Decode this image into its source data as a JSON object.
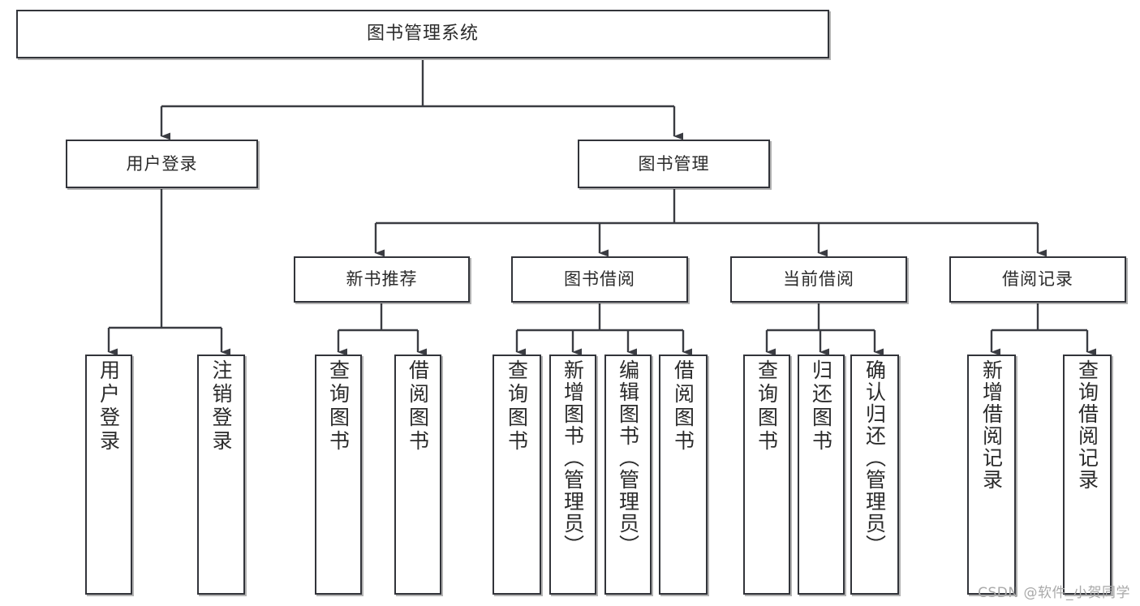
{
  "diagram": {
    "title": "图书管理系统",
    "type": "tree",
    "watermark": "CSDN @软件_小贺同学",
    "levels": {
      "root": {
        "label": "图书管理系统"
      },
      "level2": [
        {
          "label": "用户登录"
        },
        {
          "label": "图书管理"
        }
      ],
      "level3": [
        {
          "label": "新书推荐"
        },
        {
          "label": "图书借阅"
        },
        {
          "label": "当前借阅"
        },
        {
          "label": "借阅记录"
        }
      ],
      "leaves": {
        "user_login": [
          {
            "label": "用户登录"
          },
          {
            "label": "注销登录"
          }
        ],
        "new_book_recommend": [
          {
            "label": "查询图书"
          },
          {
            "label": "借阅图书"
          }
        ],
        "book_borrow": [
          {
            "label": "查询图书"
          },
          {
            "label": "新增图书（管理员）"
          },
          {
            "label": "编辑图书（管理员）"
          },
          {
            "label": "借阅图书"
          }
        ],
        "current_borrow": [
          {
            "label": "查询图书"
          },
          {
            "label": "归还图书"
          },
          {
            "label": "确认归还（管理员）"
          }
        ],
        "borrow_record": [
          {
            "label": "新增借阅记录"
          },
          {
            "label": "查询借阅记录"
          }
        ]
      }
    },
    "colors": {
      "box_border": "#32343a",
      "box_fill": "#ffffff",
      "connector": "#3a3c42",
      "text": "#2b2b2b",
      "watermark": "#a9a9a9"
    }
  }
}
